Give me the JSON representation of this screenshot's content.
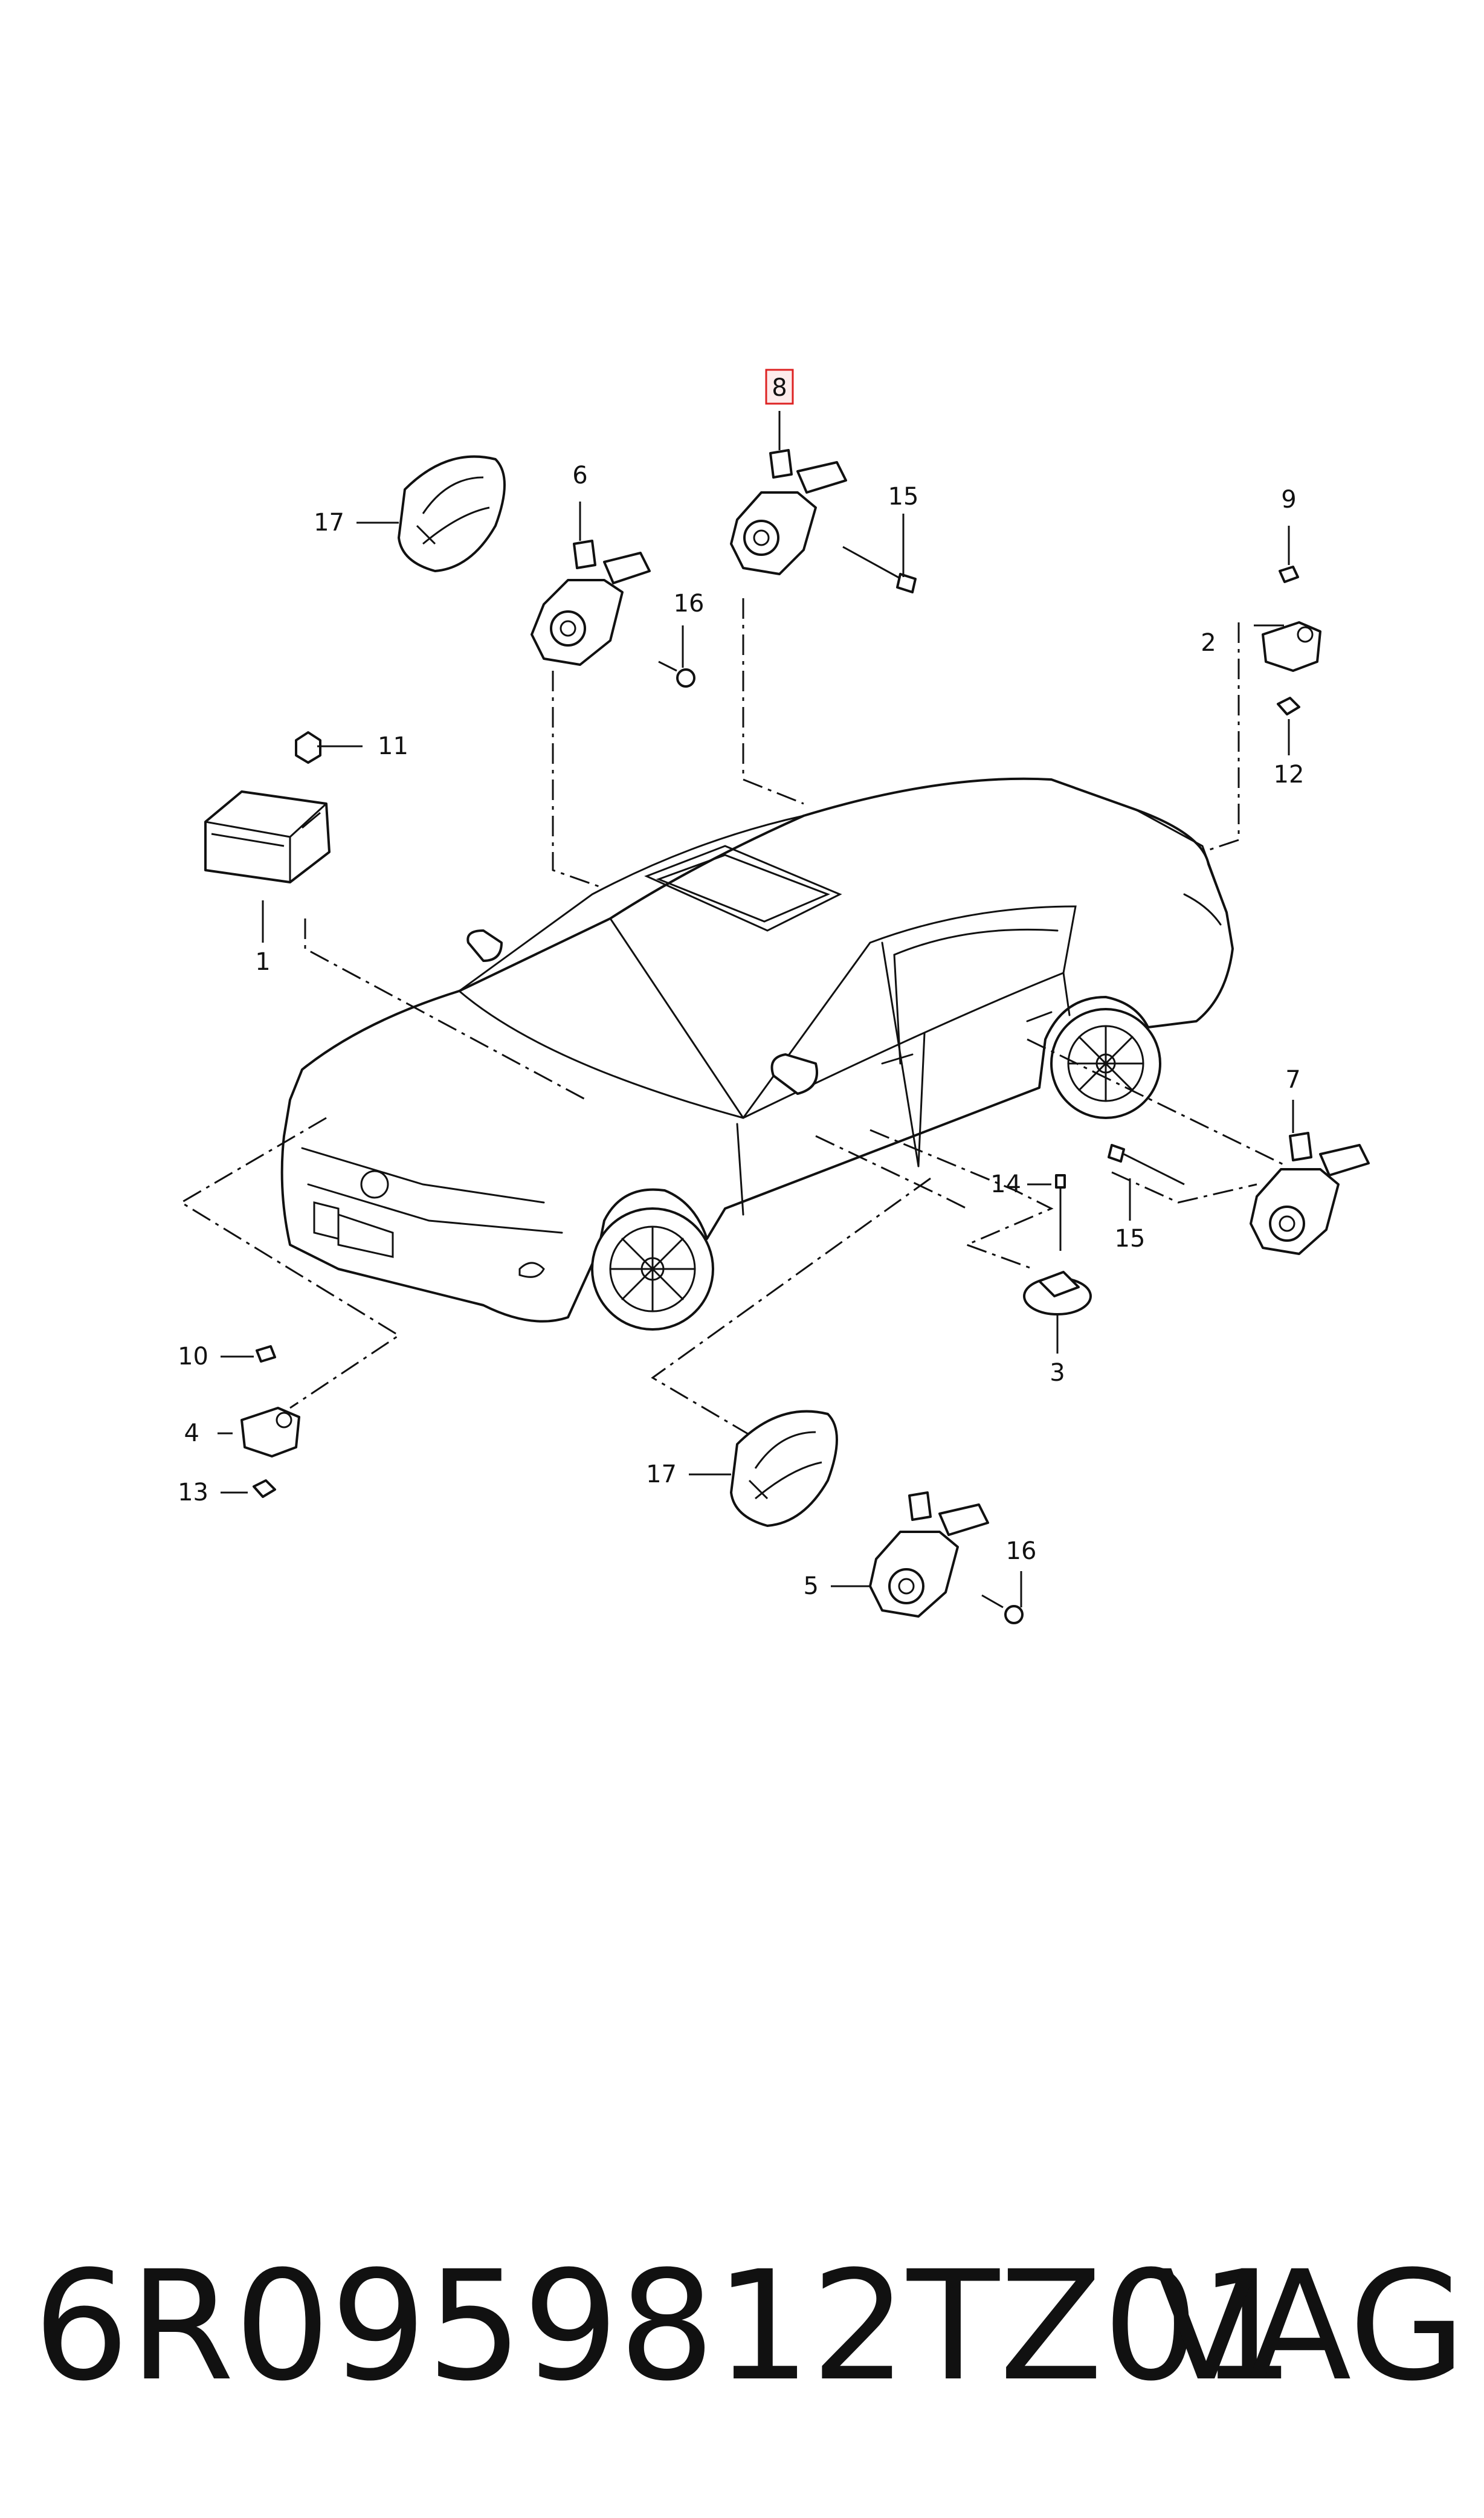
{
  "callouts": {
    "c1": "1",
    "c2": "2",
    "c3": "3",
    "c4": "4",
    "c5": "5",
    "c6": "6",
    "c7": "7",
    "c8": "8",
    "c9": "9",
    "c10": "10",
    "c11": "11",
    "c12": "12",
    "c13": "13",
    "c14": "14",
    "c15a": "15",
    "c15b": "15",
    "c16a": "16",
    "c16b": "16",
    "c17a": "17",
    "c17b": "17"
  },
  "highlighted_callout": "8",
  "footer": {
    "part_number": "6R0959812TZ01",
    "brand": "VAG"
  }
}
